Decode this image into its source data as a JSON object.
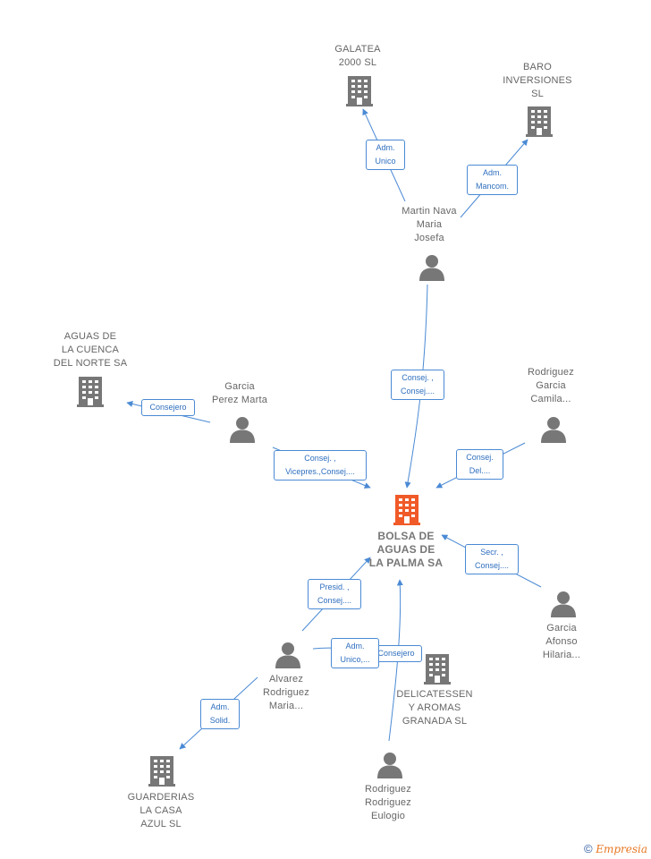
{
  "colors": {
    "edge": "#4a8ad4",
    "person": "#777777",
    "company": "#777777",
    "main_company": "#f05a28"
  },
  "nodes": {
    "galatea": "GALATEA\n2000 SL",
    "baro": "BARO\nINVERSIONES\nSL",
    "martin": "Martin Nava\nMaria\nJosefa",
    "aguas_cuenca": "AGUAS DE\nLA CUENCA\nDEL NORTE SA",
    "garcia_perez": "Garcia\nPerez Marta",
    "rodriguez_garcia": "Rodriguez\nGarcia\nCamila...",
    "bolsa": "BOLSA DE\nAGUAS DE\nLA PALMA SA",
    "garcia_afonso": "Garcia\nAfonso\nHilaria...",
    "alvarez": "Alvarez\nRodriguez\nMaria...",
    "delicatessen": "DELICATESSEN\nY AROMAS\nGRANADA SL",
    "guarderias": "GUARDERIAS\nLA CASA\nAZUL SL",
    "rodriguez_eulogio": "Rodriguez\nRodriguez\nEulogio"
  },
  "edges": {
    "adm_unico": "Adm.\nUnico",
    "adm_mancom": "Adm.\nMancom.",
    "consej_martin": "Consej. ,\nConsej....",
    "consejero_garcia": "Consejero",
    "consej_vicepres": "Consej. ,\nVicepres.,Consej....",
    "consej_del": "Consej.\nDel....",
    "secr_consej": "Secr. ,\nConsej....",
    "presid_consej": "Presid. ,\nConsej....",
    "adm_unico_alvarez": "Adm.\nUnico,...",
    "consejero_eulogio": "Consejero",
    "adm_solid": "Adm.\nSolid."
  },
  "footer": {
    "symbol": "©",
    "brand": "Empresia"
  }
}
